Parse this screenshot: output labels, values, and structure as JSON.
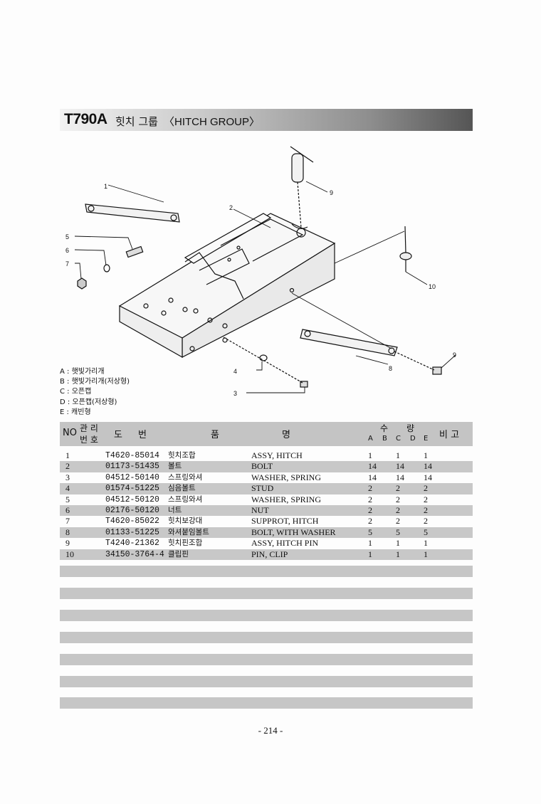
{
  "title": {
    "model": "T790A",
    "korean": "힛치 그룹",
    "english": "〈HITCH GROUP〉"
  },
  "callouts": [
    "1",
    "2",
    "3",
    "4",
    "5",
    "6",
    "7",
    "8",
    "9",
    "9",
    "10"
  ],
  "legend": [
    "A : 햇빛가리개",
    "B : 햇빛가리개(저상형)",
    "C : 오픈캡",
    "D : 오픈캡(저상형)",
    "E : 캐빈형"
  ],
  "table": {
    "headers": {
      "no": "NO",
      "mgmt_top": "관 리",
      "mgmt_bottom": "번 호",
      "drawing_1": "도",
      "drawing_2": "번",
      "name_1": "품",
      "name_2": "명",
      "qty_1": "수",
      "qty_2": "량",
      "col_letters": [
        "A",
        "B",
        "C",
        "D",
        "E"
      ],
      "remark": "비 고"
    },
    "rows": [
      {
        "no": "1",
        "part": "T4620-85014",
        "ko": "힛치조합",
        "en": "ASSY, HITCH",
        "a": "1",
        "c": "1",
        "e": "1"
      },
      {
        "no": "2",
        "part": "01173-51435",
        "ko": "볼트",
        "en": "BOLT",
        "a": "14",
        "c": "14",
        "e": "14"
      },
      {
        "no": "3",
        "part": "04512-50140",
        "ko": "스프링와셔",
        "en": "WASHER, SPRING",
        "a": "14",
        "c": "14",
        "e": "14"
      },
      {
        "no": "4",
        "part": "01574-51225",
        "ko": "심음볼트",
        "en": "STUD",
        "a": "2",
        "c": "2",
        "e": "2"
      },
      {
        "no": "5",
        "part": "04512-50120",
        "ko": "스프링와셔",
        "en": "WASHER, SPRING",
        "a": "2",
        "c": "2",
        "e": "2"
      },
      {
        "no": "6",
        "part": "02176-50120",
        "ko": "너트",
        "en": "NUT",
        "a": "2",
        "c": "2",
        "e": "2"
      },
      {
        "no": "7",
        "part": "T4620-85022",
        "ko": "힛치보강대",
        "en": "SUPPROT, HITCH",
        "a": "2",
        "c": "2",
        "e": "2"
      },
      {
        "no": "8",
        "part": "01133-51225",
        "ko": "와셔붙임볼트",
        "en": "BOLT, WITH WASHER",
        "a": "5",
        "c": "5",
        "e": "5"
      },
      {
        "no": "9",
        "part": "T4240-21362",
        "ko": "힛치핀조합",
        "en": "ASSY, HITCH PIN",
        "a": "1",
        "c": "1",
        "e": "1"
      },
      {
        "no": "10",
        "part": "34150-3764-4",
        "ko": "클립핀",
        "en": "PIN, CLIP",
        "a": "1",
        "c": "1",
        "e": "1"
      }
    ]
  },
  "page_number": "- 214 -"
}
